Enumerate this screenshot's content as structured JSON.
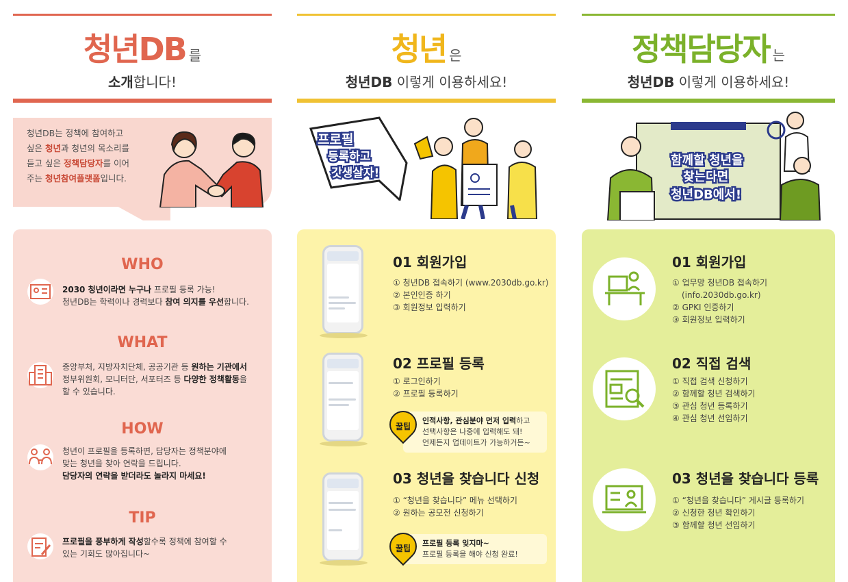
{
  "col1": {
    "title_big": "청년DB",
    "title_suffix": "를",
    "sub_bold": "소개",
    "sub_rest": "합니다!",
    "intro": {
      "l1": "청년DB는 정책에 참여하고",
      "l2_pre": "싶은 ",
      "l2_b": "청년",
      "l2_post": "과 청년의 목소리를",
      "l3_pre": "듣고 싶은 ",
      "l3_b": "정책담당자",
      "l3_post": "를 이어",
      "l4_pre": "주는 ",
      "l4_b": "청년참여플랫폼",
      "l4_post": "입니다."
    },
    "who": {
      "title": "WHO",
      "l1_b": "2030 청년이라면 누구나",
      "l1_post": " 프로필 등록 가능!",
      "l2_pre": "청년DB는 학력이나 경력보다 ",
      "l2_b": "참여 의지를 우선",
      "l2_post": "합니다."
    },
    "what": {
      "title": "WHAT",
      "l1_pre": "중앙부처, 지방자치단체, 공공기관 등 ",
      "l1_b": "원하는 기관에서",
      "l2_pre": "정부위원회, 모니터단, 서포터즈 등 ",
      "l2_b": "다양한 정책활동",
      "l2_post": "을",
      "l3": "할 수 있습니다."
    },
    "how": {
      "title": "HOW",
      "l1": "청년이 프로필을 등록하면, 담당자는 정책분야에",
      "l2": "맞는 청년을 찾아 연락을 드립니다.",
      "l3_b": "담당자의 연락을 받더라도 놀라지 마세요!"
    },
    "tip": {
      "title": "TIP",
      "l1_b": "프로필을 풍부하게 작성",
      "l1_post": "할수록 정책에 참여할 수",
      "l2": "있는 기회도 많아집니다~"
    }
  },
  "col2": {
    "title_big": "청년",
    "title_suffix": "은",
    "sub_bold": "청년DB",
    "sub_rest": " 이렇게 이용하세요!",
    "bubble": {
      "l1": "프로필",
      "l2": "등록하고",
      "l3": "갓생살자!"
    },
    "steps": [
      {
        "title": "01 회원가입",
        "items": [
          "① 청년DB 접속하기 (www.2030db.go.kr)",
          "② 본인인증 하기",
          "③ 회원정보 입력하기"
        ]
      },
      {
        "title": "02 프로필 등록",
        "items": [
          "① 로그인하기",
          "② 프로필 등록하기"
        ]
      },
      {
        "title": "03 청년을 찾습니다 신청",
        "items": [
          "① “청년을 찾습니다” 메뉴 선택하기",
          "② 원하는 공모전 신청하기"
        ]
      }
    ],
    "tip1": {
      "b": "인적사항, 관심분야 먼저 입력",
      "post": "하고",
      "l2": "선택사항은 나중에 입력해도 돼!",
      "l3": "언제든지 업데이트가 가능하거든~"
    },
    "tip2": {
      "b": "프로필 등록 잊지마~",
      "l2": "프로필 등록을 해야 신청 완료!"
    },
    "kkul": "꿀팁"
  },
  "col3": {
    "title_big": "정책담당자",
    "title_suffix": "는",
    "sub_bold": "청년DB",
    "sub_rest": " 이렇게 이용하세요!",
    "board": {
      "l1": "함께할 청년을",
      "l2": "찾는다면",
      "l3": "청년DB에서!"
    },
    "steps": [
      {
        "title": "01 회원가입",
        "items": [
          "① 업무망 청년DB 접속하기",
          "(info.2030db.go.kr)",
          "② GPKI 인증하기",
          "③ 회원정보 입력하기"
        ]
      },
      {
        "title": "02 직접 검색",
        "items": [
          "① 직접 검색 신청하기",
          "② 함께할 청년 검색하기",
          "③ 관심 청년 등록하기",
          "④ 관심 청년 선임하기"
        ]
      },
      {
        "title": "03 청년을 찾습니다 등록",
        "items": [
          "① “청년을 찾습니다” 게시글 등록하기",
          "② 신청한 청년 확인하기",
          "③ 함께할 청년 선임하기"
        ]
      }
    ]
  }
}
